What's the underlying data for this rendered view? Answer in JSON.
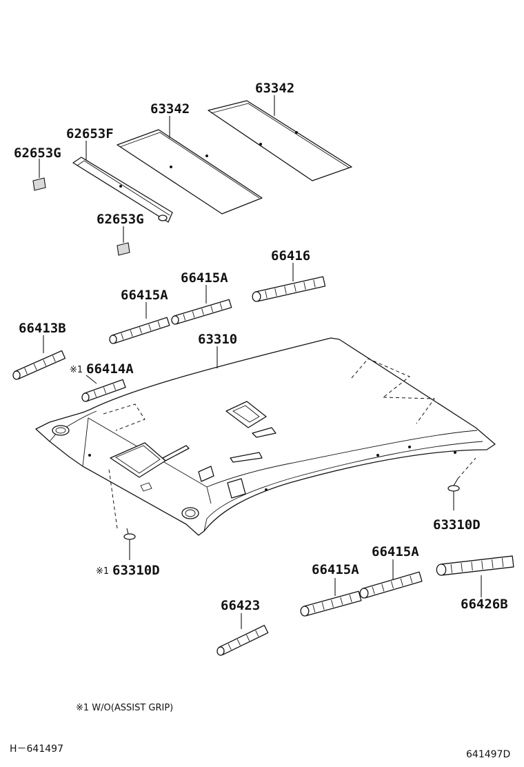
{
  "labels": {
    "p63342_right": "63342",
    "p63342_left": "63342",
    "p62653F": "62653F",
    "p62653G_top": "62653G",
    "p62653G_mid": "62653G",
    "p66416": "66416",
    "p66415A_upper": "66415A",
    "p66415A_lower": "66415A",
    "p66413B": "66413B",
    "p63310": "63310",
    "p66414A": "66414A",
    "p63310D_right": "63310D",
    "p63310D_left": "63310D",
    "p66415A_bottom_left": "66415A",
    "p66415A_bottom_right": "66415A",
    "p66426B": "66426B",
    "p66423": "66423"
  },
  "marks": {
    "note_mark": "※1"
  },
  "footnote": "※1  W/O(ASSIST GRIP)",
  "codes": {
    "left": "H－641497",
    "right": "641497D"
  },
  "colors": {
    "ink": "#111111",
    "background": "#ffffff"
  }
}
